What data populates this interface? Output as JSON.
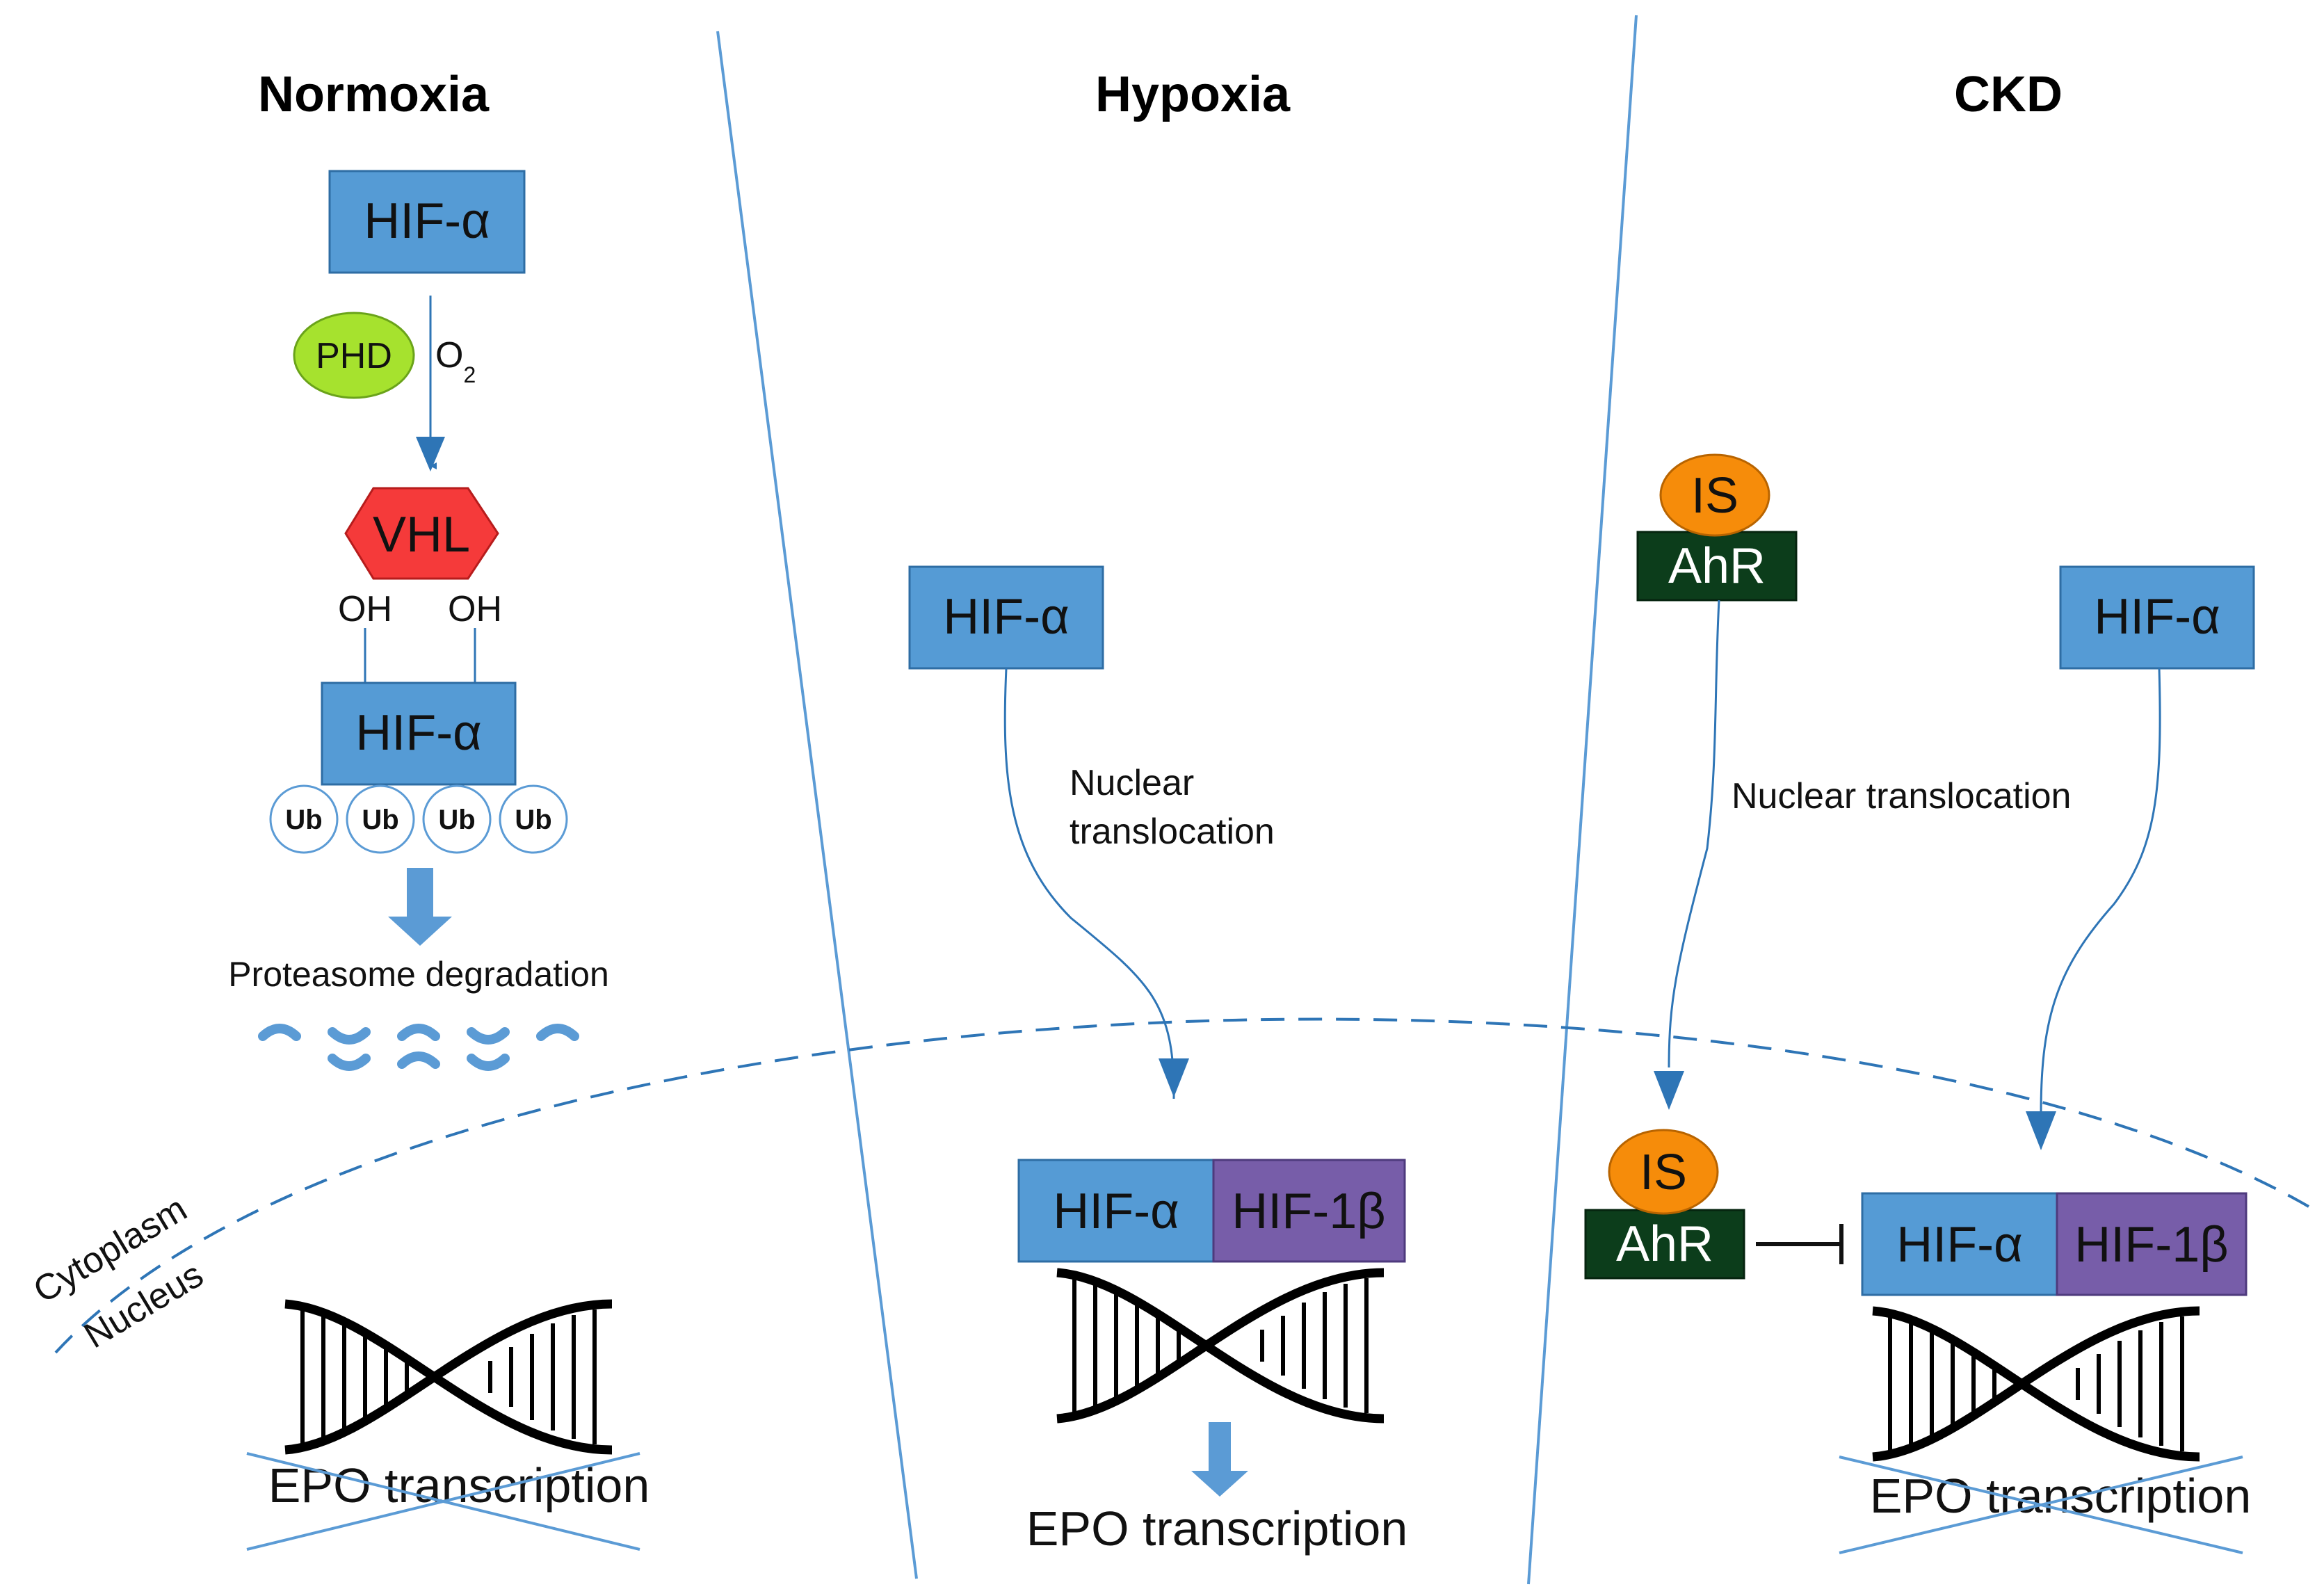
{
  "panels": {
    "normoxia": {
      "title": "Normoxia",
      "hif_top": "HIF-α",
      "phd": "PHD",
      "o2_main": "O",
      "o2_sub": "2",
      "vhl": "VHL",
      "oh_left": "OH",
      "oh_right": "OH",
      "hif_bound": "HIF-α",
      "ub": [
        "Ub",
        "Ub",
        "Ub",
        "Ub"
      ],
      "degradation": "Proteasome degradation",
      "epo": "EPO transcription",
      "epo_status": "crossed-out"
    },
    "hypoxia": {
      "title": "Hypoxia",
      "hif": "HIF-α",
      "translocation_line1": "Nuclear",
      "translocation_line2": "translocation",
      "complex_alpha": "HIF-α",
      "complex_beta": "HIF-1β",
      "epo": "EPO transcription",
      "epo_status": "active"
    },
    "ckd": {
      "title": "CKD",
      "is_top": "IS",
      "ahr_top": "AhR",
      "hif": "HIF-α",
      "translocation": "Nuclear translocation",
      "is_bottom": "IS",
      "ahr_bottom": "AhR",
      "complex_alpha": "HIF-α",
      "complex_beta": "HIF-1β",
      "epo": "EPO transcription",
      "epo_status": "crossed-out"
    }
  },
  "compartments": {
    "cytoplasm": "Cytoplasm",
    "nucleus": "Nucleus"
  },
  "icons": [
    "dna-helix-icon",
    "arrow-down-icon",
    "inhibition-bar-icon",
    "protein-fragment-icon"
  ],
  "colors": {
    "hif_alpha": "#559bd5",
    "hif_1beta": "#775da9",
    "phd": "#a6e22e",
    "vhl": "#f53a3a",
    "is": "#f68c0a",
    "ahr": "#0c3d1b",
    "arrow": "#2e75b6"
  }
}
